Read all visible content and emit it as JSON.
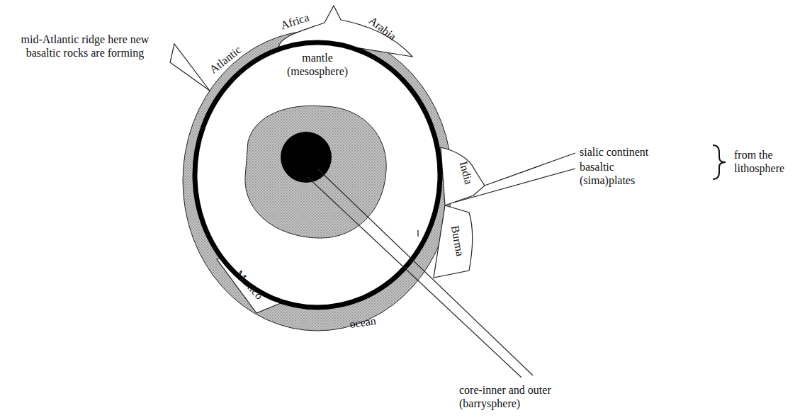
{
  "diagram": {
    "labels": [
      "Atlantic",
      "Africa",
      "Arabia",
      "mid-Atlantic ridge here new basaltic rocks are forming",
      "mantle (mesosphere)",
      "India",
      "sialic continent",
      "basaltic (sima)plates",
      "from the lithosphere",
      "Burma",
      "Mexico",
      "ocean",
      "core-inner and outer (barrysphere)"
    ]
  }
}
